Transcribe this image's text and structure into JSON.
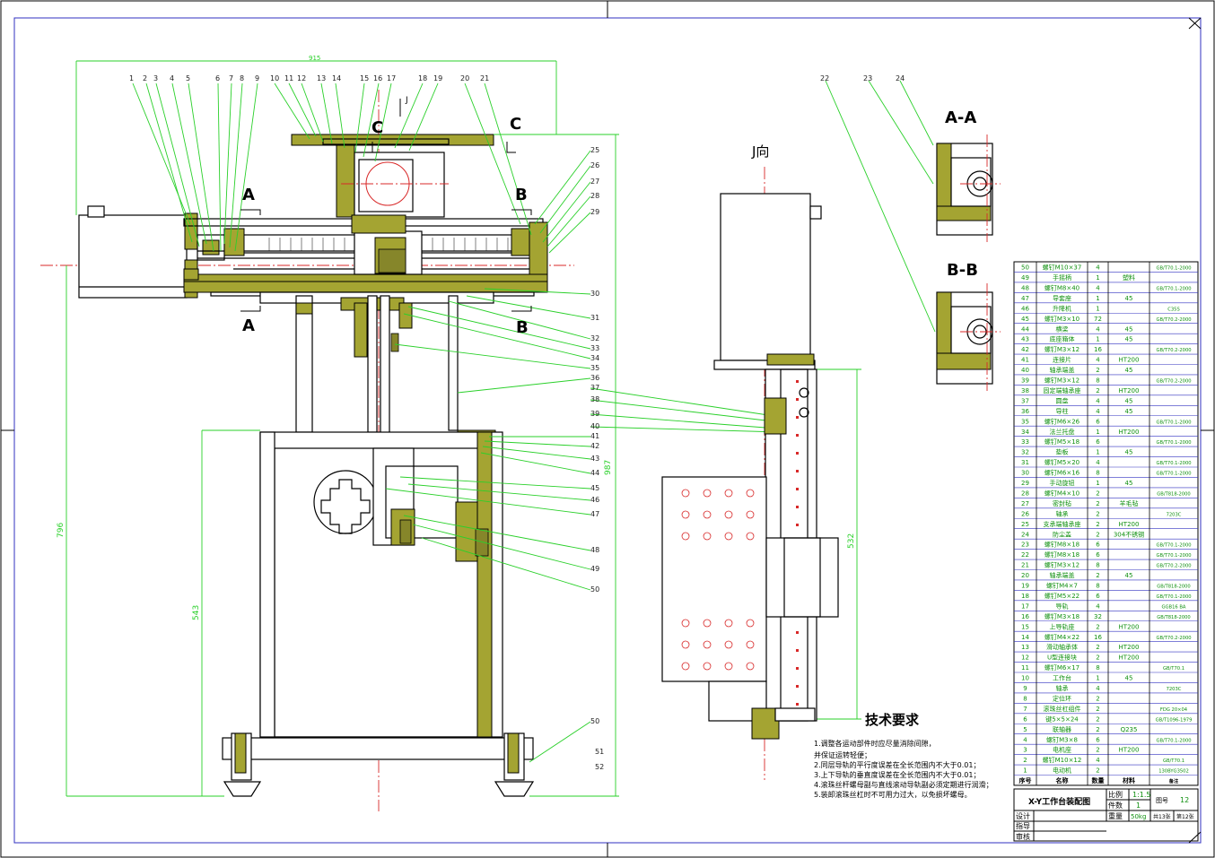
{
  "section_labels": {
    "A": "A",
    "B": "B",
    "C": "C",
    "AA": "A-A",
    "BB": "B-B",
    "J_dir": "J向",
    "J": "J"
  },
  "dimensions": {
    "top": "915",
    "d987": "987",
    "d796": "796",
    "d543": "543",
    "d532": "532"
  },
  "callouts_top": [
    "1",
    "2",
    "3",
    "4",
    "5",
    "6",
    "7",
    "8",
    "9",
    "10",
    "11",
    "12",
    "13",
    "14",
    "15",
    "16",
    "17",
    "18",
    "19",
    "20",
    "21",
    "22",
    "23",
    "24"
  ],
  "callouts_right": [
    "25",
    "26",
    "27",
    "28",
    "29",
    "30",
    "31",
    "32",
    "33",
    "34",
    "35",
    "36",
    "37",
    "38",
    "39",
    "40",
    "41",
    "42",
    "43",
    "44",
    "45",
    "46",
    "47",
    "48",
    "49",
    "50",
    "50",
    "51",
    "52"
  ],
  "tech": {
    "title": "技术要求",
    "items": [
      "1.调整各运动部件时应尽量消除间隙，",
      "   并保证运转轻便；",
      "2.同层导轨的平行度误差在全长范围内不大于0.01；",
      "3.上下导轨的垂直度误差在全长范围内不大于0.01；",
      "4.滚珠丝杆螺母副与直线滚动导轨副必须定期进行润滑；",
      "5.装卸滚珠丝杠时不可用力过大，以免损坏螺母。"
    ]
  },
  "bom": [
    [
      "50",
      "螺钉M10×37",
      "4",
      "",
      "GB/T70.1-2000"
    ],
    [
      "49",
      "手摇柄",
      "1",
      "塑料",
      ""
    ],
    [
      "48",
      "螺钉M8×40",
      "4",
      "",
      "GB/T70.1-2000"
    ],
    [
      "47",
      "导套座",
      "1",
      "45",
      ""
    ],
    [
      "46",
      "升降机",
      "1",
      "",
      "C35S"
    ],
    [
      "45",
      "螺钉M3×10",
      "72",
      "",
      "GB/T70.2-2000"
    ],
    [
      "44",
      "横梁",
      "4",
      "45",
      ""
    ],
    [
      "43",
      "底座箱体",
      "1",
      "45",
      ""
    ],
    [
      "42",
      "螺钉M3×12",
      "16",
      "",
      "GB/T70.2-2000"
    ],
    [
      "41",
      "连接片",
      "4",
      "HT200",
      ""
    ],
    [
      "40",
      "轴承端盖",
      "2",
      "45",
      ""
    ],
    [
      "39",
      "螺钉M3×12",
      "8",
      "",
      "GB/T70.2-2000"
    ],
    [
      "38",
      "固定端轴承座",
      "2",
      "HT200",
      ""
    ],
    [
      "37",
      "圆盘",
      "4",
      "45",
      ""
    ],
    [
      "36",
      "导柱",
      "4",
      "45",
      ""
    ],
    [
      "35",
      "螺钉M6×26",
      "6",
      "",
      "GB/T70.1-2000"
    ],
    [
      "34",
      "法兰托盘",
      "1",
      "HT200",
      ""
    ],
    [
      "33",
      "螺钉M5×18",
      "6",
      "",
      "GB/T70.1-2000"
    ],
    [
      "32",
      "垫板",
      "1",
      "45",
      ""
    ],
    [
      "31",
      "螺钉M5×20",
      "4",
      "",
      "GB/T70.1-2000"
    ],
    [
      "30",
      "螺钉M6×16",
      "8",
      "",
      "GB/T70.1-2000"
    ],
    [
      "29",
      "手动旋钮",
      "1",
      "45",
      ""
    ],
    [
      "28",
      "螺钉M4×10",
      "2",
      "",
      "GB/T818-2000"
    ],
    [
      "27",
      "密封毡",
      "2",
      "羊毛毡",
      ""
    ],
    [
      "26",
      "轴承",
      "2",
      "",
      "7203C"
    ],
    [
      "25",
      "支承端轴承座",
      "2",
      "HT200",
      ""
    ],
    [
      "24",
      "防尘盖",
      "2",
      "304不锈钢",
      ""
    ],
    [
      "23",
      "螺钉M8×18",
      "6",
      "",
      "GB/T70.1-2000"
    ],
    [
      "22",
      "螺钉M8×18",
      "6",
      "",
      "GB/T70.1-2000"
    ],
    [
      "21",
      "螺钉M3×12",
      "8",
      "",
      "GB/T70.2-2000"
    ],
    [
      "20",
      "轴承端盖",
      "2",
      "45",
      ""
    ],
    [
      "19",
      "螺钉M4×7",
      "8",
      "",
      "GB/T818-2000"
    ],
    [
      "18",
      "螺钉M5×22",
      "6",
      "",
      "GB/T70.1-2000"
    ],
    [
      "17",
      "导轨",
      "4",
      "",
      "GGB16 BA"
    ],
    [
      "16",
      "螺钉M3×18",
      "32",
      "",
      "GB/T818-2000"
    ],
    [
      "15",
      "上导轨座",
      "2",
      "HT200",
      ""
    ],
    [
      "14",
      "螺钉M4×22",
      "16",
      "",
      "GB/T70.2-2000"
    ],
    [
      "13",
      "滑动轴承体",
      "2",
      "HT200",
      ""
    ],
    [
      "12",
      "U型连接块",
      "2",
      "HT200",
      ""
    ],
    [
      "11",
      "螺钉M6×17",
      "8",
      "",
      "GB/T70.1"
    ],
    [
      "10",
      "工作台",
      "1",
      "45",
      ""
    ],
    [
      "9",
      "轴承",
      "4",
      "",
      "7203C"
    ],
    [
      "8",
      "定位环",
      "2",
      "",
      ""
    ],
    [
      "7",
      "滚珠丝杠组件",
      "2",
      "",
      "FDG 20×04"
    ],
    [
      "6",
      "键5×5×24",
      "2",
      "",
      "GB/T1096-1979"
    ],
    [
      "5",
      "联轴器",
      "2",
      "Q235",
      ""
    ],
    [
      "4",
      "螺钉M3×8",
      "6",
      "",
      "GB/T70.1-2000"
    ],
    [
      "3",
      "电机座",
      "2",
      "HT200",
      ""
    ],
    [
      "2",
      "螺钉M10×12",
      "4",
      "",
      "GB/T70.1"
    ],
    [
      "1",
      "电动机",
      "2",
      "",
      "130BYG3502"
    ]
  ],
  "bom_header": [
    "序号",
    "名称",
    "数量",
    "材料",
    "备注"
  ],
  "title_block": {
    "name": "X-Y工作台装配图",
    "scale_label": "比例",
    "scale": "1:1.5",
    "qty_label": "件数",
    "qty": "1",
    "weight_label": "重量",
    "weight": "50kg",
    "drawing_no_label": "图号",
    "drawing_no": "12",
    "sheets_total": "共13张",
    "sheet_no": "第12张",
    "design": "设计",
    "guide": "指导",
    "review": "审核"
  }
}
